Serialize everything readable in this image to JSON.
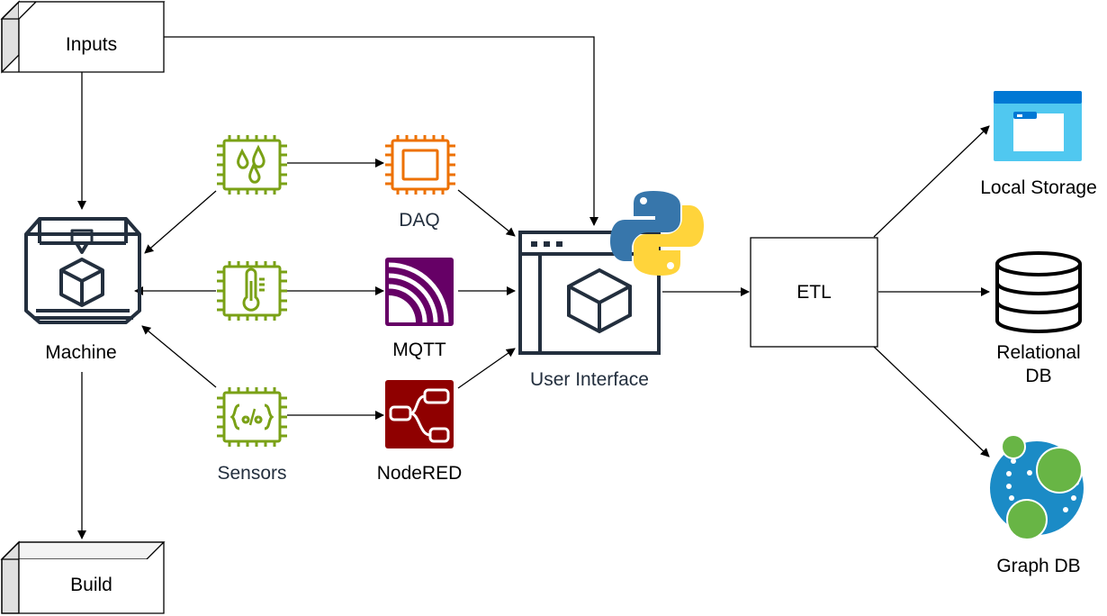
{
  "nodes": {
    "inputs": {
      "label": "Inputs"
    },
    "build": {
      "label": "Build"
    },
    "machine": {
      "label": "Machine"
    },
    "daq": {
      "label": "DAQ"
    },
    "mqtt": {
      "label": "MQTT"
    },
    "nodered": {
      "label": "NodeRED"
    },
    "sensors": {
      "label": "Sensors"
    },
    "ui": {
      "label": "User Interface"
    },
    "etl": {
      "label": "ETL"
    },
    "local_storage": {
      "label": "Local Storage"
    },
    "relational_db": {
      "label": "Relational DB"
    },
    "graph_db": {
      "label": "Graph DB"
    }
  },
  "edges": [
    {
      "from": "inputs",
      "to": "machine"
    },
    {
      "from": "inputs",
      "to": "ui"
    },
    {
      "from": "machine",
      "to": "build"
    },
    {
      "from": "humidity-sensor",
      "to": "machine"
    },
    {
      "from": "humidity-sensor",
      "to": "daq"
    },
    {
      "from": "temperature-sensor",
      "to": "machine"
    },
    {
      "from": "temperature-sensor",
      "to": "mqtt"
    },
    {
      "from": "sensors",
      "to": "machine"
    },
    {
      "from": "sensors",
      "to": "nodered"
    },
    {
      "from": "daq",
      "to": "ui"
    },
    {
      "from": "mqtt",
      "to": "ui"
    },
    {
      "from": "nodered",
      "to": "ui"
    },
    {
      "from": "ui",
      "to": "etl"
    },
    {
      "from": "etl",
      "to": "local_storage"
    },
    {
      "from": "etl",
      "to": "relational_db"
    },
    {
      "from": "etl",
      "to": "graph_db"
    }
  ],
  "colors": {
    "chip_green": "#7aa116",
    "daq_orange": "#ed7100",
    "mqtt_purple": "#660066",
    "nodered_red": "#8f0000",
    "python_blue": "#3776ab",
    "python_yellow": "#ffd43b",
    "storage_blue": "#0078d4",
    "graph_blue": "#1b8bc6",
    "graph_green": "#68b545"
  },
  "icons": [
    "cube-3d-printer-icon",
    "humidity-chip-icon",
    "thermometer-chip-icon",
    "code-chip-icon",
    "processor-icon",
    "mqtt-icon",
    "nodered-icon",
    "window-cube-icon",
    "python-logo-icon",
    "folder-window-icon",
    "database-icon",
    "neo4j-graph-icon"
  ]
}
